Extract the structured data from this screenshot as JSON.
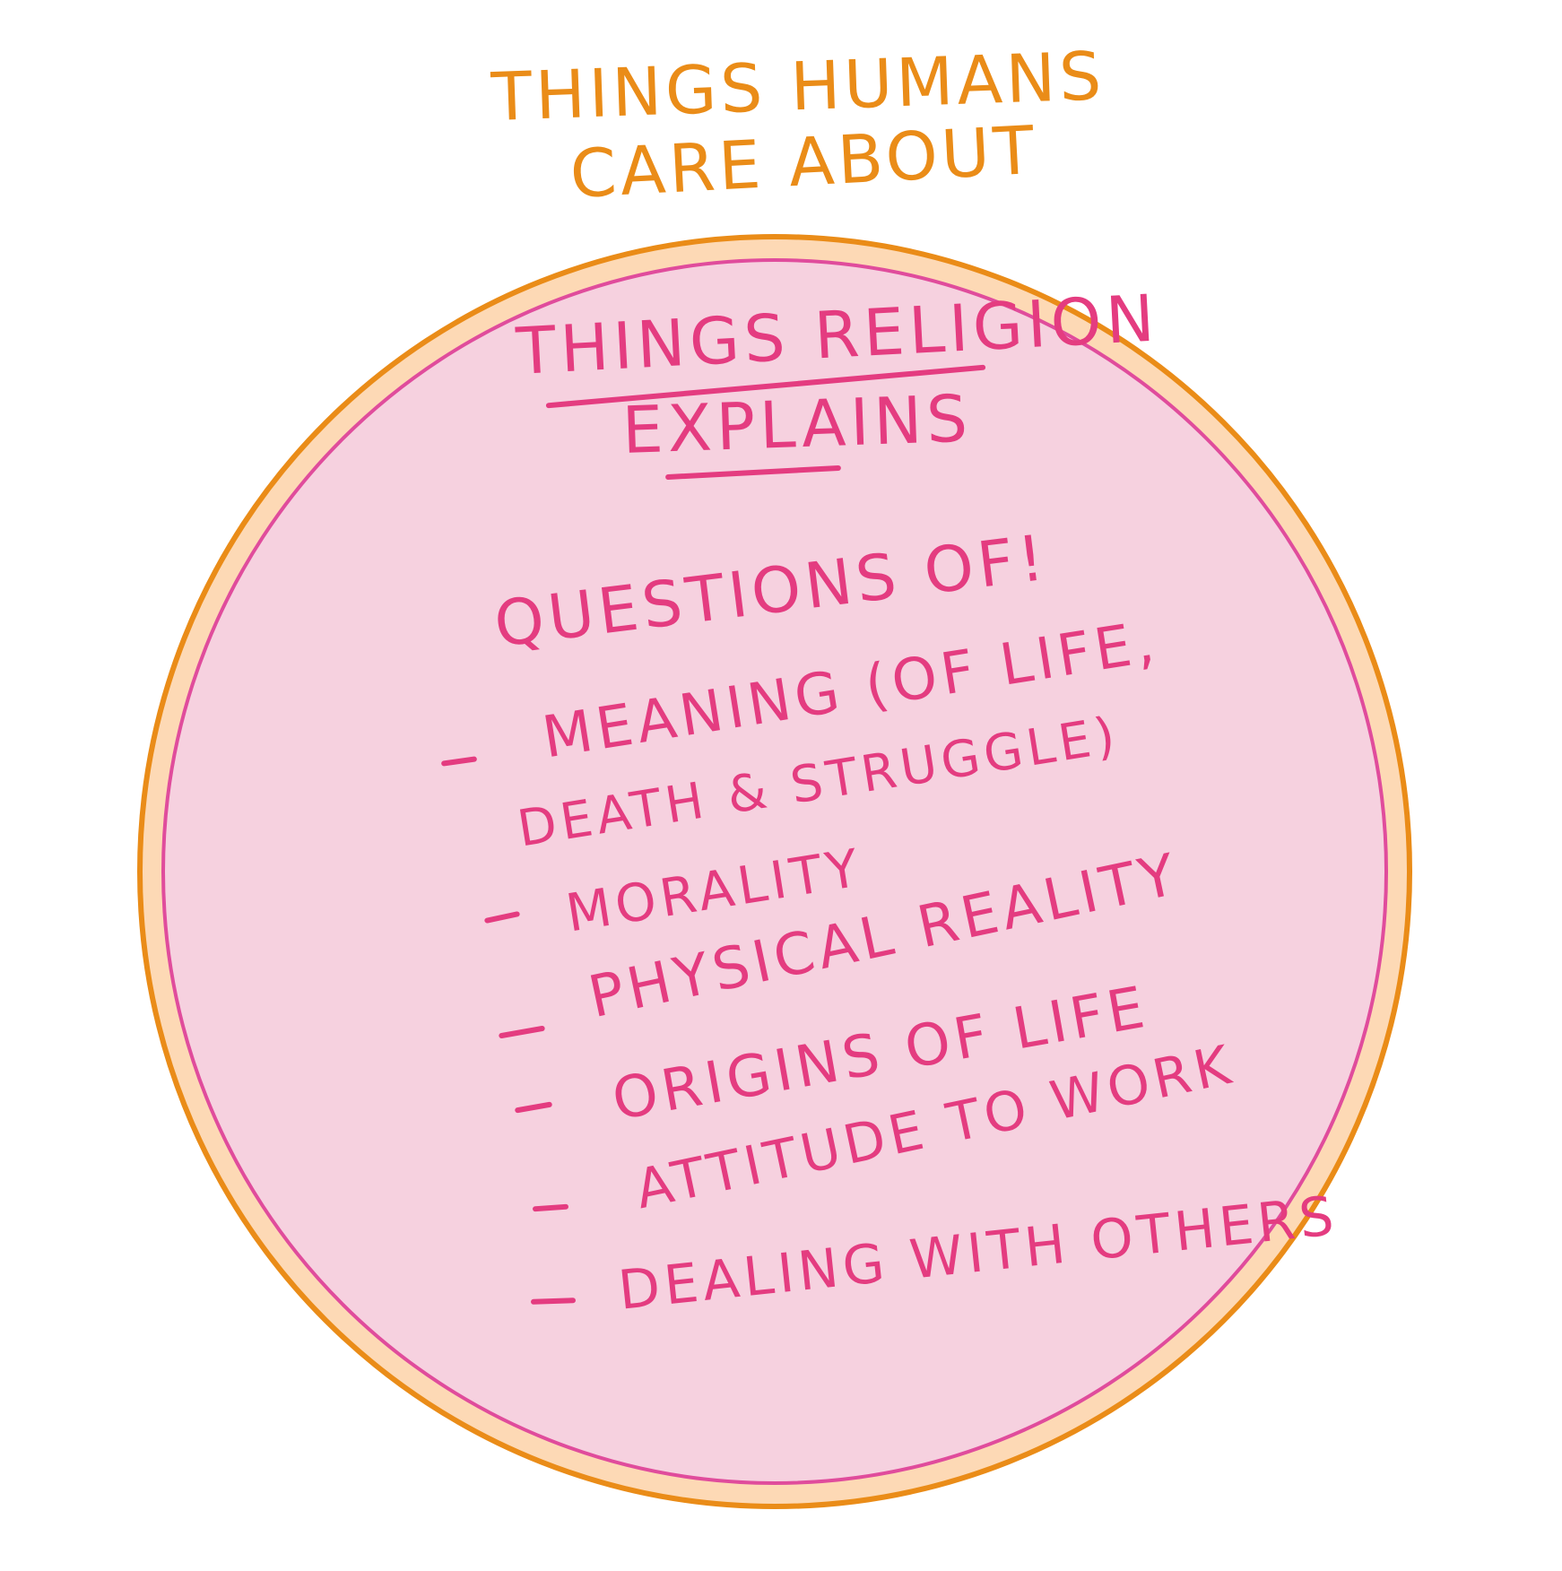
{
  "outer_label": {
    "line1": "THINGS HUMANS",
    "line2": "CARE ABOUT"
  },
  "inner_label": {
    "line1": "THINGS RELIGION",
    "line2": "EXPLAINS"
  },
  "questions_heading": "QUESTIONS OF!",
  "items": [
    {
      "line1": "MEANING (OF LIFE,",
      "line2": "DEATH & STRUGGLE)"
    },
    {
      "line1": "MORALITY"
    },
    {
      "line1": "PHYSICAL REALITY"
    },
    {
      "line1": "ORIGINS OF LIFE"
    },
    {
      "line1": "ATTITUDE TO WORK"
    },
    {
      "line1": "DEALING WITH OTHERS"
    }
  ],
  "colors": {
    "outer_ring": "#ea8c18",
    "outer_fill": "#fdd9b5",
    "inner_ring": "#e04c9c",
    "inner_fill": "#f6d1df",
    "outer_text": "#ea8c18",
    "inner_text": "#e43c80"
  }
}
